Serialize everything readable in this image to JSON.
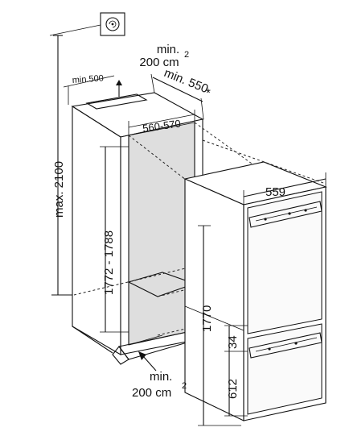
{
  "diagram": {
    "ventilation_top": {
      "label_min": "min.",
      "label_area": "200 cm",
      "superscript": "2"
    },
    "ventilation_bottom": {
      "label_min": "min.",
      "label_area": "200 cm",
      "superscript": "2"
    },
    "dimensions": {
      "min_500": "min.500",
      "min_550": "min. 550",
      "asterisk": "*",
      "niche_width": "560-570",
      "max_height": "max. 2100",
      "niche_height": "1772 - 1788",
      "appliance_width": "559",
      "appliance_height": "1770",
      "door_gap": "34",
      "lower_door": "612"
    }
  }
}
